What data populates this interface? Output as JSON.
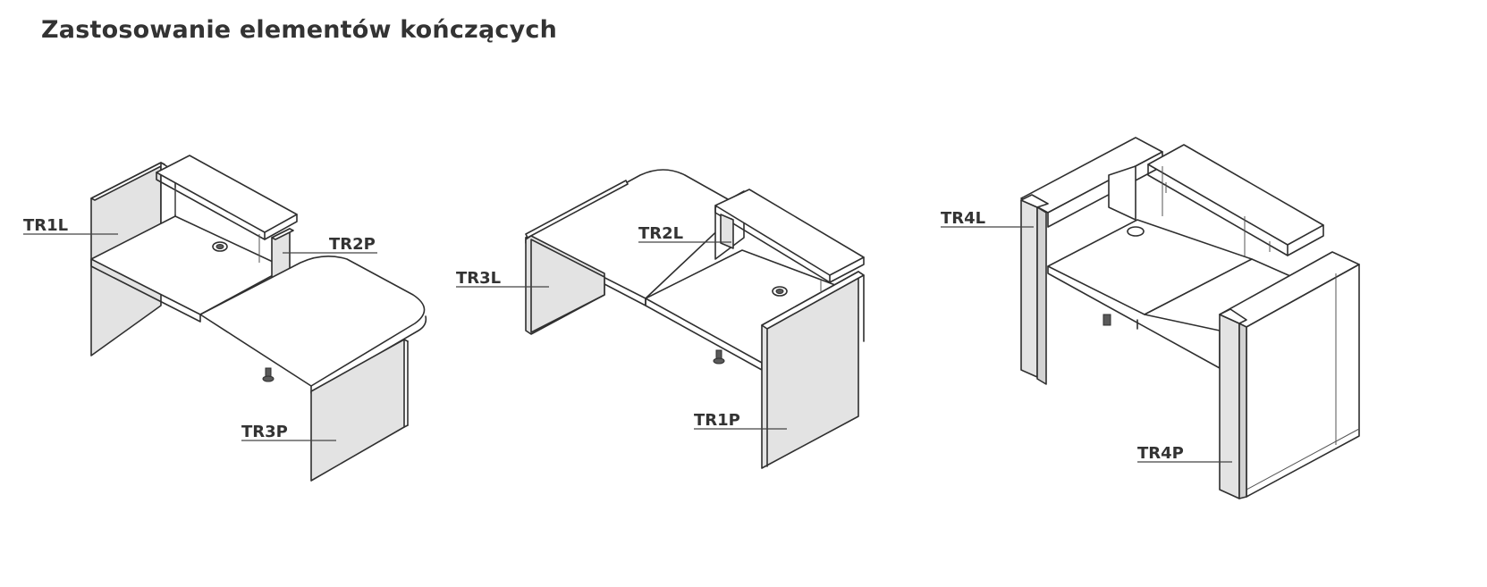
{
  "title": "Zastosowanie elementów kończących",
  "labels": {
    "tr1l": "TR1L",
    "tr2p": "TR2P",
    "tr3p": "TR3P",
    "tr3l": "TR3L",
    "tr2l": "TR2L",
    "tr1p": "TR1P",
    "tr4l": "TR4L",
    "tr4p": "TR4P"
  },
  "colors": {
    "line": "#2f2f2f",
    "panel": "#e3e3e3",
    "text": "#333333"
  }
}
